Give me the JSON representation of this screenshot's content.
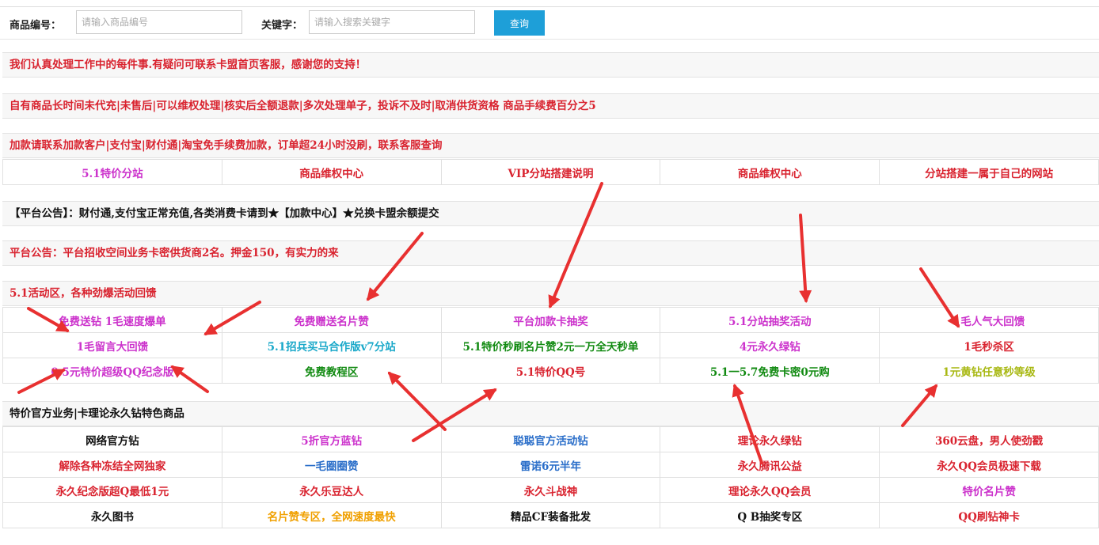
{
  "search": {
    "id_label": "商品编号：",
    "id_placeholder": "请输入商品编号",
    "keyword_label": "关键字：",
    "keyword_placeholder": "请输入搜索关键字",
    "button_label": "查询"
  },
  "notices": [
    "我们认真处理工作中的每件事.有疑问可联系卡盟首页客服，感谢您的支持！",
    "自有商品长时间未代充|未售后|可以维权处理|核实后全额退款|多次处理单子，投诉不及时|取消供货资格 商品手续费百分之5",
    "加款请联系加款客户|支付宝|财付通|淘宝免手续费加款，订单超24小时没刷，联系客服查询",
    "【平台公告】：财付通,支付宝正常充值,各类消费卡请到★【加款中心】★兑换卡盟余额提交",
    "平台公告：平台招收空间业务卡密供货商2名。押金150，有实力的来",
    "5.1活动区，各种劲爆活动回馈",
    "特价官方业务|卡理论永久钻特色商品"
  ],
  "nav_links": [
    {
      "label": "5.1特价分站",
      "color": "#cc33cc"
    },
    {
      "label": "商品维权中心",
      "color": "#d9232f"
    },
    {
      "label": "VIP分站搭建说明",
      "color": "#d9232f"
    },
    {
      "label": "商品维权中心",
      "color": "#d9232f"
    },
    {
      "label": "分站搭建一属于自己的网站",
      "color": "#d9232f"
    }
  ],
  "activity_rows": [
    [
      {
        "label": "免费送钻  1毛速度爆单",
        "color": "#cc33cc"
      },
      {
        "label": "免费赠送名片赞",
        "color": "#cc33cc"
      },
      {
        "label": "平台加款卡抽奖",
        "color": "#cc33cc"
      },
      {
        "label": "5.1分站抽奖活动",
        "color": "#cc33cc"
      },
      {
        "label": "1毛人气大回馈",
        "color": "#cc33cc"
      }
    ],
    [
      {
        "label": "1毛留言大回馈",
        "color": "#cc33cc"
      },
      {
        "label": "5.1招兵买马合作版v7分站",
        "color": "#19a8c9"
      },
      {
        "label": "5.1特价秒刷名片赞2元一万全天秒单",
        "color": "#118a11"
      },
      {
        "label": "4元永久绿钻",
        "color": "#cc33cc"
      },
      {
        "label": "1毛秒杀区",
        "color": "#d9232f"
      }
    ],
    [
      {
        "label": "0.5元特价超级QQ纪念版",
        "color": "#cc33cc"
      },
      {
        "label": "免费教程区",
        "color": "#118a11"
      },
      {
        "label": "5.1特价QQ号",
        "color": "#d9232f"
      },
      {
        "label": "5.1一5.7免费卡密0元购",
        "color": "#118a11"
      },
      {
        "label": "1元黄钻任意秒等级",
        "color": "#a8b812"
      }
    ]
  ],
  "product_rows": [
    [
      {
        "label": "网络官方钻",
        "color": "#111111"
      },
      {
        "label": "5折官方蓝钻",
        "color": "#cc33cc"
      },
      {
        "label": "聪聪官方活动钻",
        "color": "#2a6ec9"
      },
      {
        "label": "理论永久绿钻",
        "color": "#d9232f"
      },
      {
        "label": "360云盘，男人使劲戳",
        "color": "#d9232f"
      }
    ],
    [
      {
        "label": "解除各种冻结全网独家",
        "color": "#d9232f"
      },
      {
        "label": "一毛圈圈赞",
        "color": "#2a6ec9"
      },
      {
        "label": "雷诺6元半年",
        "color": "#2a6ec9"
      },
      {
        "label": "永久腾讯公益",
        "color": "#d9232f"
      },
      {
        "label": "永久QQ会员极速下载",
        "color": "#d9232f"
      }
    ],
    [
      {
        "label": "永久纪念版超Q最低1元",
        "color": "#d9232f"
      },
      {
        "label": "永久乐豆达人",
        "color": "#d9232f"
      },
      {
        "label": "永久斗战神",
        "color": "#d9232f"
      },
      {
        "label": "理论永久QQ会员",
        "color": "#d9232f"
      },
      {
        "label": "特价名片赞",
        "color": "#cc33cc"
      }
    ],
    [
      {
        "label": "永久图书",
        "color": "#111111"
      },
      {
        "label": "名片赞专区，全网速度最快",
        "color": "#f0a000"
      },
      {
        "label": "精品CF装备批发",
        "color": "#111111"
      },
      {
        "label": "Q B抽奖专区",
        "color": "#111111"
      },
      {
        "label": "QQ刷钻神卡",
        "color": "#d9232f"
      }
    ]
  ],
  "annotation_color": "#e83030"
}
